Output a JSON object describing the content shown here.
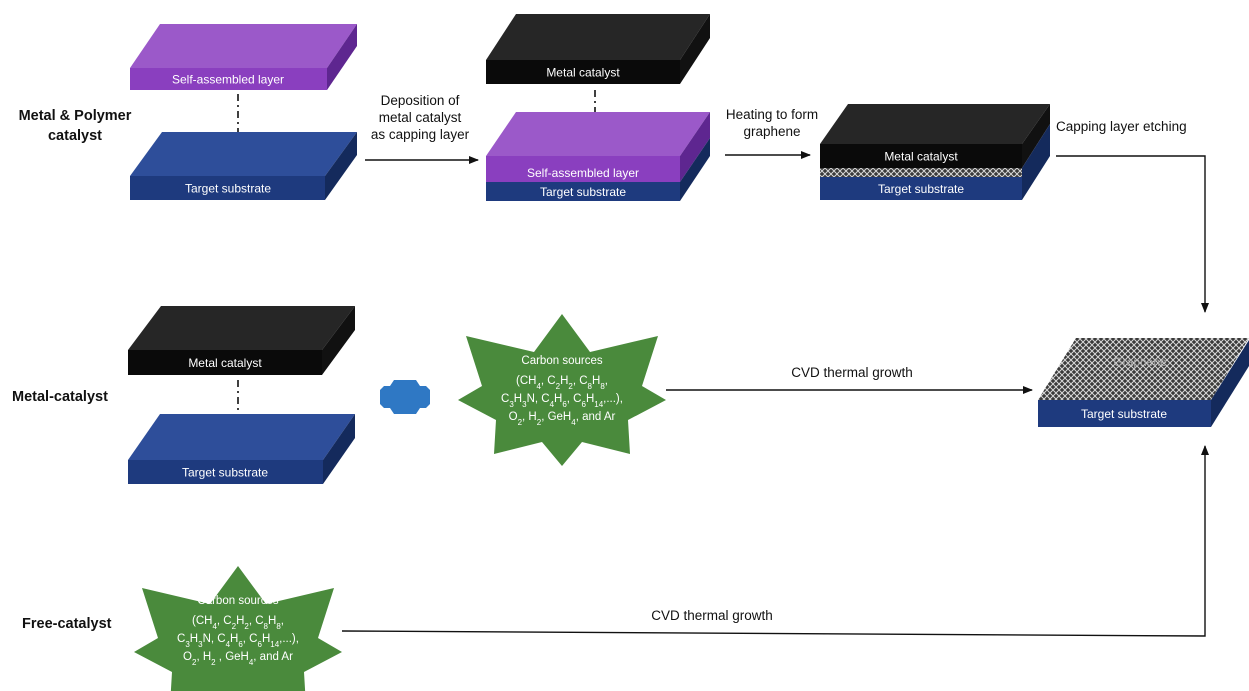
{
  "rows": {
    "metal_polymer": {
      "label_line1": "Metal & Polymer",
      "label_line2": "catalyst"
    },
    "metal": {
      "label": "Metal-catalyst"
    },
    "free": {
      "label": "Free-catalyst"
    }
  },
  "layers": {
    "self_assembled": "Self-assembled layer",
    "metal_catalyst": "Metal catalyst",
    "target_substrate": "Target substrate",
    "graphene": "Graphene"
  },
  "steps": {
    "deposition": [
      "Deposition of",
      "metal catalyst",
      "as capping layer"
    ],
    "heating": [
      "Heating to form",
      "graphene"
    ],
    "etching": "Capping layer etching",
    "cvd": "CVD thermal growth"
  },
  "carbon_sources": {
    "title": "Carbon sources",
    "gases_line1": "(CH4, C2H2, C8H8,",
    "gases_line2": "C3H3N, C4H6, C6H14,...),",
    "gases_line3": "O2, H2, GeH4, and Ar"
  },
  "colors": {
    "purple_top": "#9b59c9",
    "purple_front": "#8a3fbf",
    "purple_side": "#5e2690",
    "blue_top": "#2e4e9a",
    "blue_front": "#1e3a7e",
    "blue_side": "#142a5c",
    "black_top": "#262626",
    "black_front": "#0a0a0a",
    "black_side": "#111111",
    "star_green": "#4a8a3c",
    "plus_blue": "#2f78c4"
  }
}
